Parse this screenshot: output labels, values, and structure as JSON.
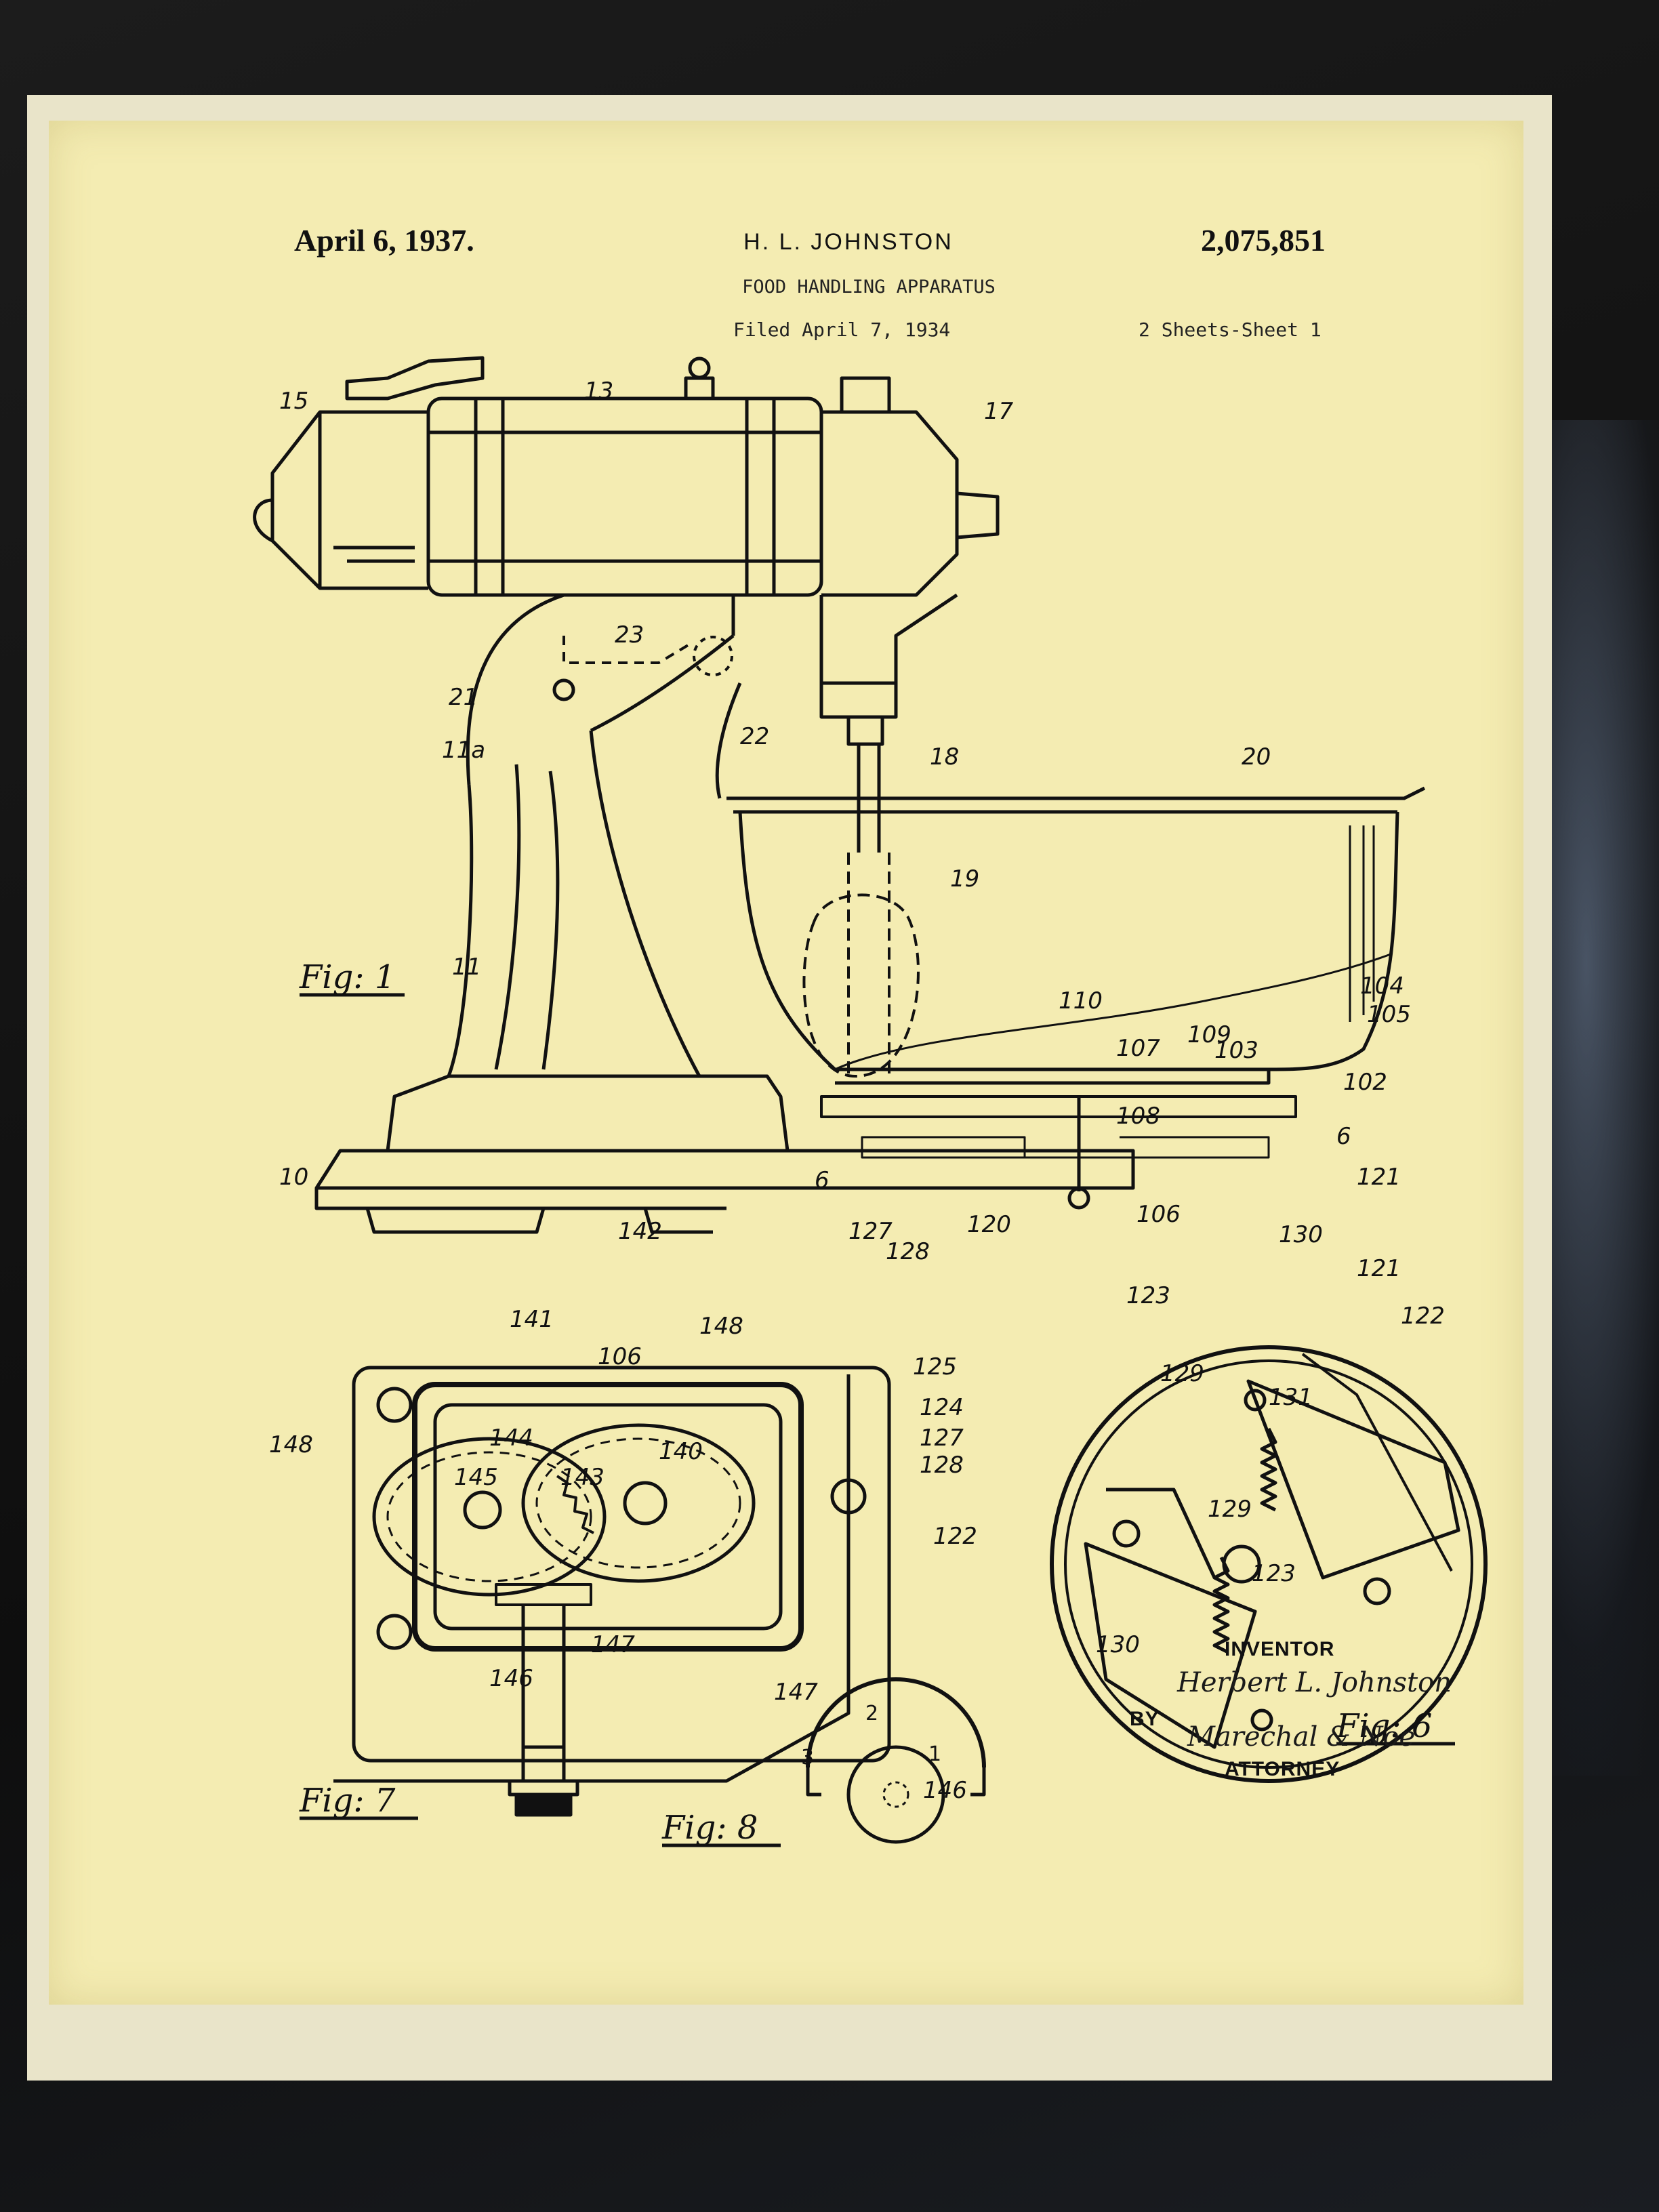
{
  "header": {
    "date": "April 6, 1937.",
    "inventor_name": "H. L. JOHNSTON",
    "patent_number": "2,075,851",
    "title": "FOOD HANDLING APPARATUS",
    "filed": "Filed April 7, 1934",
    "sheets": "2 Sheets-Sheet 1"
  },
  "figures": {
    "fig1": "Fig: 1",
    "fig6": "Fig: 6",
    "fig7": "Fig: 7",
    "fig8": "Fig: 8"
  },
  "fig1_refs": [
    "15",
    "13",
    "17",
    "23",
    "21",
    "11a",
    "22",
    "18",
    "20",
    "19",
    "11",
    "110",
    "107",
    "109",
    "104",
    "105",
    "103",
    "102",
    "108",
    "6",
    "6",
    "10",
    "121",
    "127",
    "128",
    "120",
    "106"
  ],
  "fig7_refs": [
    "142",
    "141",
    "148",
    "106",
    "148",
    "144",
    "140",
    "145",
    "143",
    "147",
    "146"
  ],
  "fig6_refs": [
    "130",
    "121",
    "123",
    "122",
    "125",
    "124",
    "127",
    "128",
    "129",
    "131",
    "129",
    "122",
    "123",
    "130"
  ],
  "fig8_refs": [
    "147",
    "2",
    "3",
    "1",
    "146"
  ],
  "inscription": {
    "inventor_label": "INVENTOR",
    "inventor_signature": "Herbert L. Johnston",
    "by_label": "BY",
    "attorney_signature": "Marechal & Noe",
    "attorney_label": "ATTORNEY"
  }
}
